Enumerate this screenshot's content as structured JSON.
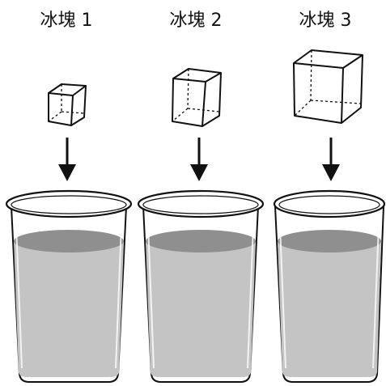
{
  "columns": [
    {
      "label": "冰塊 1"
    },
    {
      "label": "冰塊 2"
    },
    {
      "label": "冰塊 3"
    }
  ],
  "colors": {
    "water": "#c4c4c4",
    "water_surface": "#8f8f8f",
    "outline": "#111111",
    "glass_fill": "#ffffff"
  }
}
